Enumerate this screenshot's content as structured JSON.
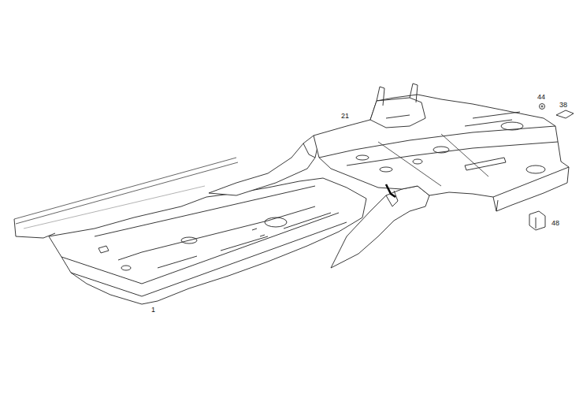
{
  "diagram": {
    "labels": [
      "21",
      "44",
      "38",
      "48",
      "1"
    ]
  }
}
